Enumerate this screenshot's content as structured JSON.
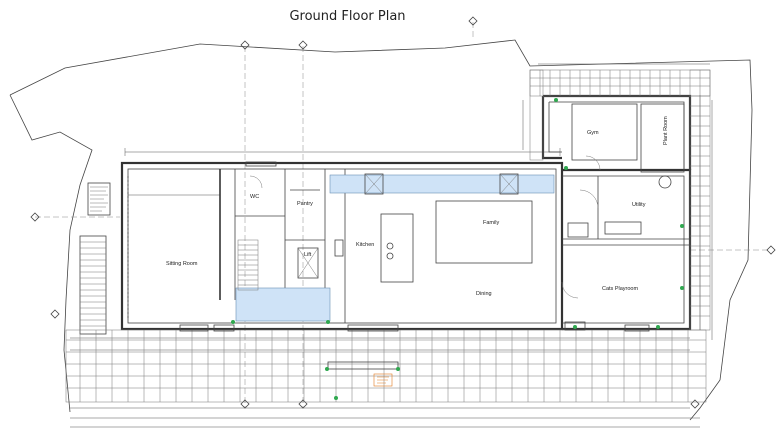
{
  "title": "Ground Floor Plan",
  "rooms": {
    "sitting": "Sitting Room",
    "wc": "WC",
    "pantry": "Pantry",
    "lift": "Lift",
    "kitchen": "Kitchen",
    "family": "Family",
    "dining": "Dining",
    "utility": "Utility",
    "play": "Cats Playroom",
    "gym": "Gym",
    "plant": "Plant Room"
  },
  "colors": {
    "glazing": "#cfe3f7",
    "wall": "#333333",
    "marker": "#2fa84f",
    "note": "#e07a1f"
  }
}
